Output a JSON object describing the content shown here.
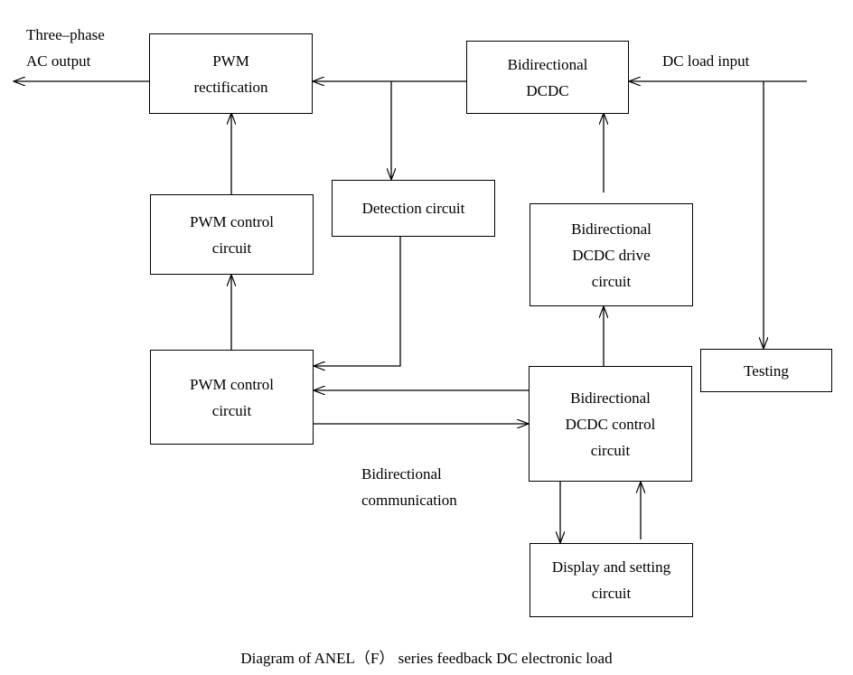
{
  "diagram": {
    "boxes": {
      "pwm_rectification": [
        "PWM",
        "rectification"
      ],
      "bidirectional_dcdc": [
        "Bidirectional",
        "DCDC"
      ],
      "pwm_control_upper": [
        "PWM control",
        "circuit"
      ],
      "detection": [
        "Detection circuit"
      ],
      "dcdc_drive": [
        "Bidirectional",
        "DCDC drive",
        "circuit"
      ],
      "pwm_control_lower": [
        "PWM control",
        "circuit"
      ],
      "testing": [
        "Testing"
      ],
      "dcdc_control": [
        "Bidirectional",
        "DCDC control",
        "circuit"
      ],
      "display_setting": [
        "Display and setting",
        "circuit"
      ]
    },
    "labels": {
      "ac_output": [
        "Three–phase",
        "AC output"
      ],
      "dc_load_input": "DC load input",
      "bidirectional_communication": [
        "Bidirectional",
        "communication"
      ]
    },
    "caption": "Diagram of ANEL（F） series feedback DC electronic load"
  }
}
